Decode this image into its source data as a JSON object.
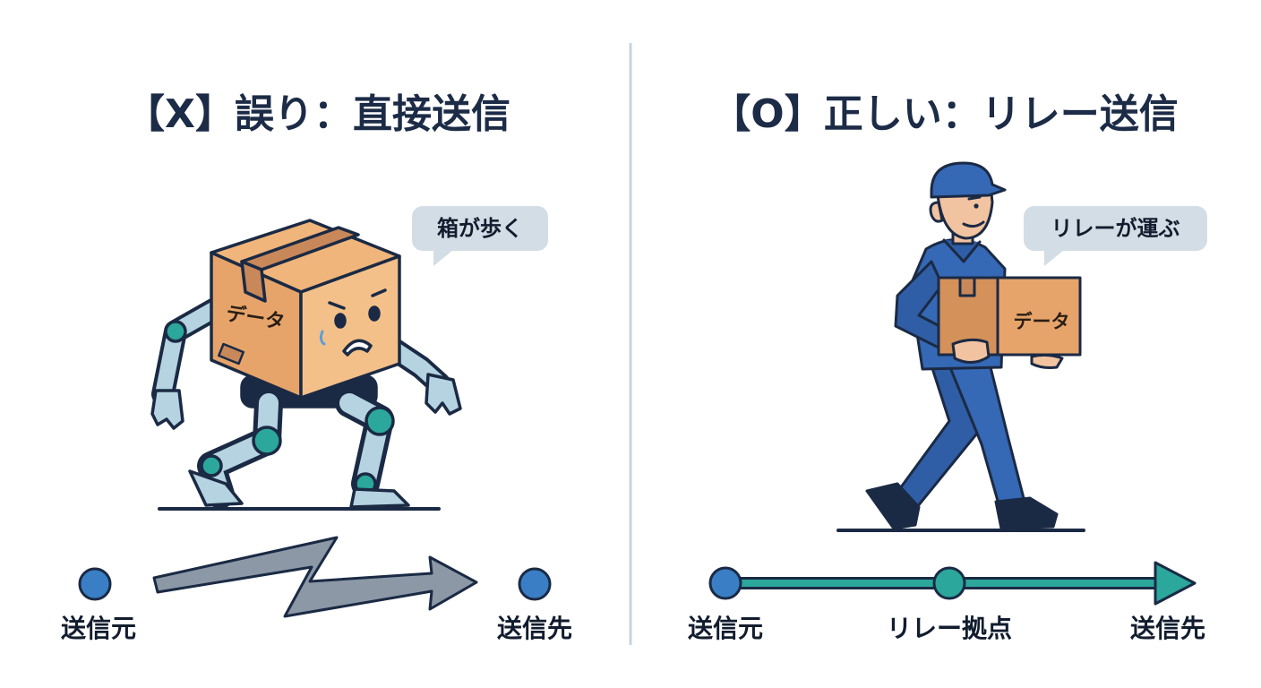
{
  "left_panel": {
    "title": "【X】誤り：直接送信",
    "bubble": "箱が歩く",
    "box_label": "データ",
    "source_label": "送信元",
    "destination_label": "送信先"
  },
  "right_panel": {
    "title": "【O】正しい：リレー送信",
    "bubble": "リレーが運ぶ",
    "box_label": "データ",
    "source_label": "送信元",
    "relay_label": "リレー拠点",
    "destination_label": "送信先"
  },
  "colors": {
    "title_text": "#1c2b46",
    "node_blue": "#3a7fc6",
    "relay_teal": "#2ba79c",
    "arrow_gray": "#8c98a6",
    "box_orange": "#e6a46a",
    "uniform_blue": "#3568b5",
    "bubble_gray": "#d3dde5",
    "divider": "#c9d3de"
  }
}
